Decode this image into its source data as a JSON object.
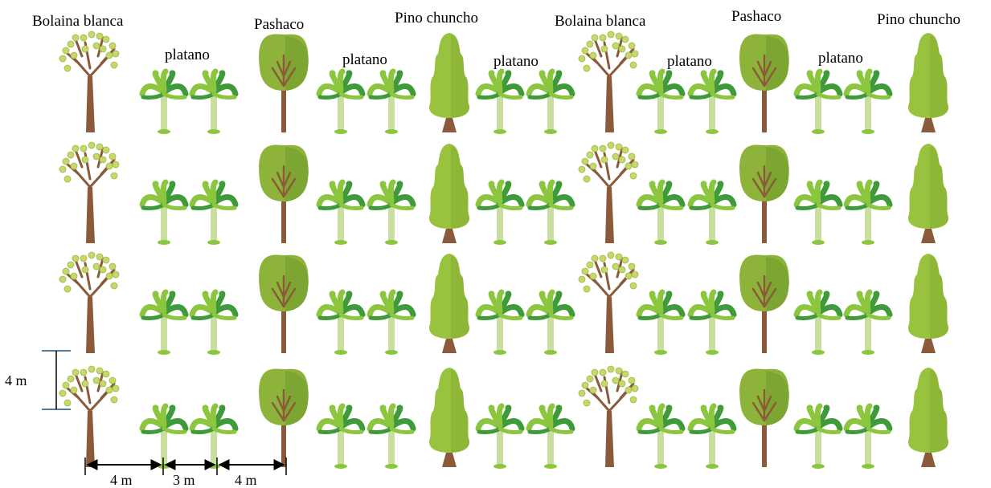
{
  "diagram": {
    "species_labels": [
      {
        "text": "Bolaina blanca",
        "kind": "bolaina"
      },
      {
        "text": "platano",
        "kind": "banana"
      },
      {
        "text": "Pashaco",
        "kind": "pashaco"
      },
      {
        "text": "platano",
        "kind": "banana"
      },
      {
        "text": "Pino chuncho",
        "kind": "pino"
      },
      {
        "text": "platano",
        "kind": "banana"
      },
      {
        "text": "Bolaina blanca",
        "kind": "bolaina"
      },
      {
        "text": "platano",
        "kind": "banana"
      },
      {
        "text": "Pashaco",
        "kind": "pashaco"
      },
      {
        "text": "platano",
        "kind": "banana"
      },
      {
        "text": "Pino chuncho",
        "kind": "pino"
      }
    ],
    "row_count": 4,
    "row_pattern": [
      "bolaina",
      "banana",
      "banana",
      "pashaco",
      "banana",
      "banana",
      "pino",
      "banana",
      "banana",
      "bolaina",
      "banana",
      "banana",
      "pashaco",
      "banana",
      "banana",
      "pino"
    ],
    "dimensions": {
      "row_spacing": "4 m",
      "spacing_tree_to_banana": "4 m",
      "spacing_banana_to_banana": "3 m",
      "spacing_banana_to_tree": "4 m"
    },
    "colors": {
      "trunk": "#8a5a3a",
      "pashaco_canopy": "#8db33a",
      "pashaco_canopy_dark": "#6f9a2a",
      "pino_canopy": "#99c23e",
      "banana_leaf": "#3f9a3a",
      "banana_leaf_light": "#8cc63f",
      "banana_stem": "#c8dfa0",
      "bolaina_leaf": "#c6d86a",
      "dimension_line": "#1f4e79"
    }
  }
}
